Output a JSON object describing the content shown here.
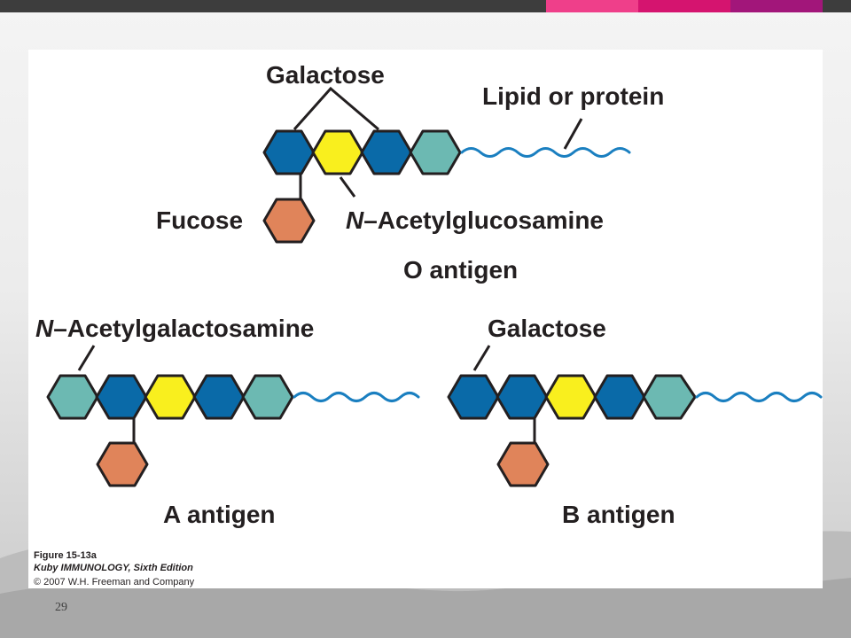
{
  "slide": {
    "number": "29"
  },
  "colors": {
    "dark_blue": "#0a6aa8",
    "yellow": "#f9ef1e",
    "teal": "#6cb9b2",
    "orange": "#e0845a",
    "outline": "#231f20",
    "lipid_wave": "#1a7fc0",
    "accent_pink": "#ef3f8a",
    "accent_magenta": "#d5146f",
    "accent_purple": "#a2167a"
  },
  "labels": {
    "o_galactose": "Galactose",
    "lipid_or_protein": "Lipid or protein",
    "fucose": "Fucose",
    "n_prefix": "N",
    "acetylglucosamine": "–Acetylglucosamine",
    "o_antigen": "O antigen",
    "acetylgalactosamine": "–Acetylgalactosamine",
    "b_galactose": "Galactose",
    "a_antigen": "A antigen",
    "b_antigen": "B antigen"
  },
  "caption": {
    "figure": "Figure 15-13a",
    "book": "Kuby IMMUNOLOGY, Sixth Edition",
    "copyright": "© 2007 W.H. Freeman and Company"
  }
}
